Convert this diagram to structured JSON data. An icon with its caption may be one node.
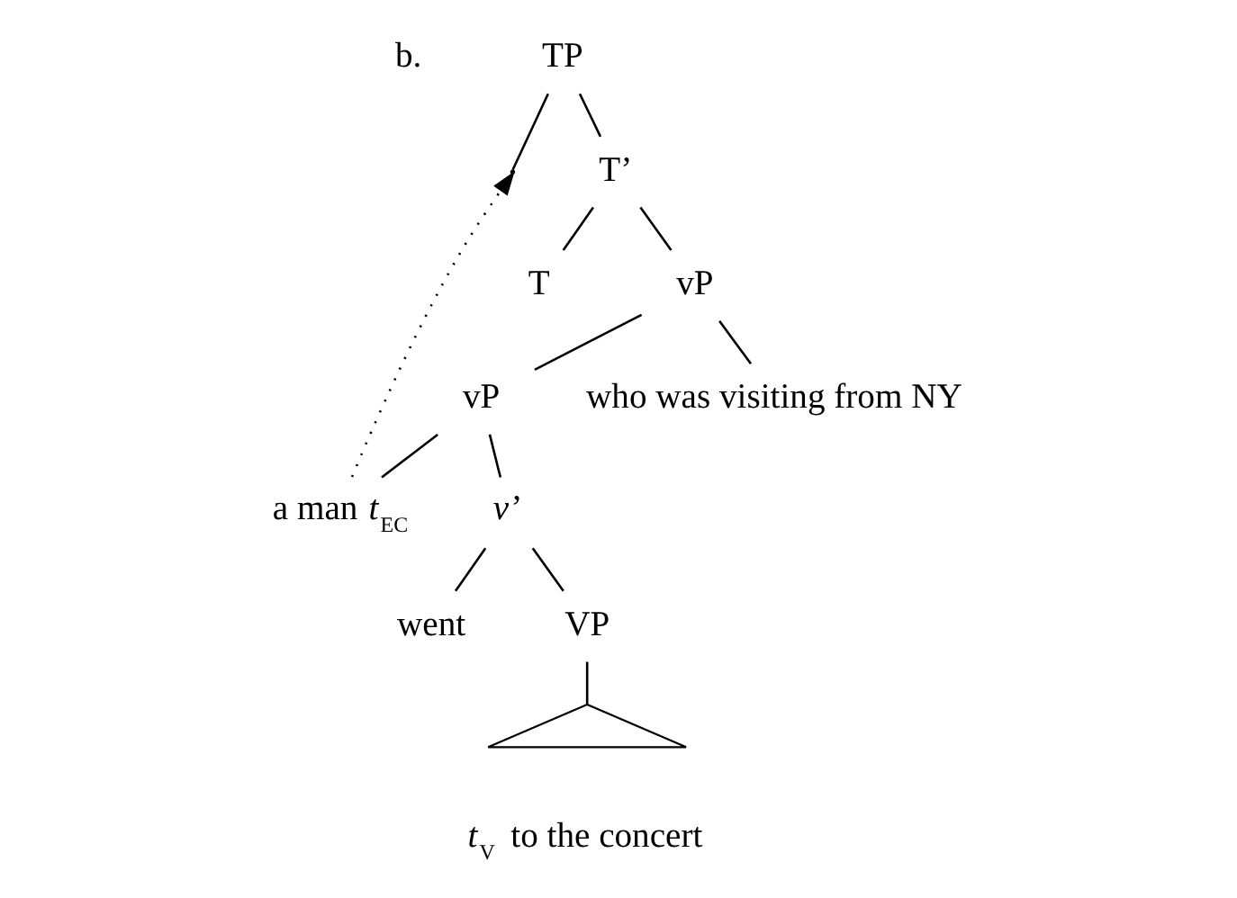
{
  "diagram": {
    "nodes": [
      {
        "text": [
          "TP"
        ]
      },
      {
        "text": [],
        "shape": "point"
      },
      {
        "text": [
          "T’"
        ]
      },
      {
        "text": [
          "T"
        ]
      },
      {
        "text": [
          "vP"
        ]
      },
      {
        "text": [
          "vP"
        ]
      },
      {
        "text": [
          "who was visiting from NY"
        ]
      },
      {
        "text": [
          "a man *t*$_{EC}$"
        ]
      },
      {
        "text": [
          "*v*’"
        ]
      },
      {
        "text": [
          "went"
        ]
      },
      {
        "text": [
          "VP"
        ]
      },
      {
        "text": [],
        "shape": "triangle",
        "beside": [
          "*t*$_{V}$  to the concert"
        ]
      }
    ],
    "edges": [
      {
        "from": 0,
        "to": 1,
        "arrow": "none"
      },
      {
        "from": 0,
        "to": 2,
        "arrow": "none"
      },
      {
        "from": 2,
        "to": 3,
        "arrow": "none"
      },
      {
        "from": 2,
        "to": 4,
        "arrow": "none"
      },
      {
        "from": 4,
        "to": 5,
        "arrow": "none"
      },
      {
        "from": 4,
        "to": 6,
        "arrow": "none"
      },
      {
        "from": 5,
        "to": 7,
        "arrow": "none"
      },
      {
        "from": 5,
        "to": 8,
        "arrow": "none"
      },
      {
        "from": 8,
        "to": 9,
        "arrow": "none"
      },
      {
        "from": 8,
        "to": 10,
        "arrow": "none"
      },
      {
        "from": 10,
        "to": 11,
        "arrow": "none"
      },
      {
        "from": 7,
        "to": 1,
        "arrow": "to",
        "style": "dashed"
      }
    ],
    "labels": [
      "b."
    ]
  }
}
